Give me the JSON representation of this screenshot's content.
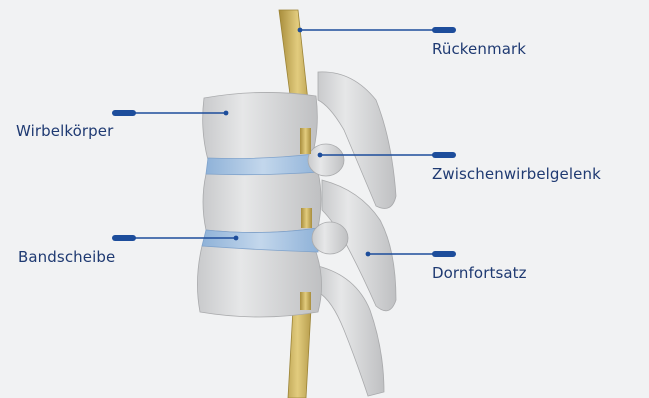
{
  "diagram": {
    "colors": {
      "label_text": "#1f3a72",
      "leader": "#1d4d9b",
      "marker": "#1d4d9b",
      "bone": "#dedfe0",
      "bone_shadow": "#b7b8ba",
      "disc": "#a7c4e2",
      "spinal_cord": "#c9b05a",
      "background": "#f1f2f3"
    },
    "labels": {
      "spinal_cord": "Rückenmark",
      "vertebral_body": "Wirbelkörper",
      "facet_joint": "Zwischenwirbelgelenk",
      "disc": "Bandscheibe",
      "spinous_process": "Dornfortsatz"
    }
  }
}
